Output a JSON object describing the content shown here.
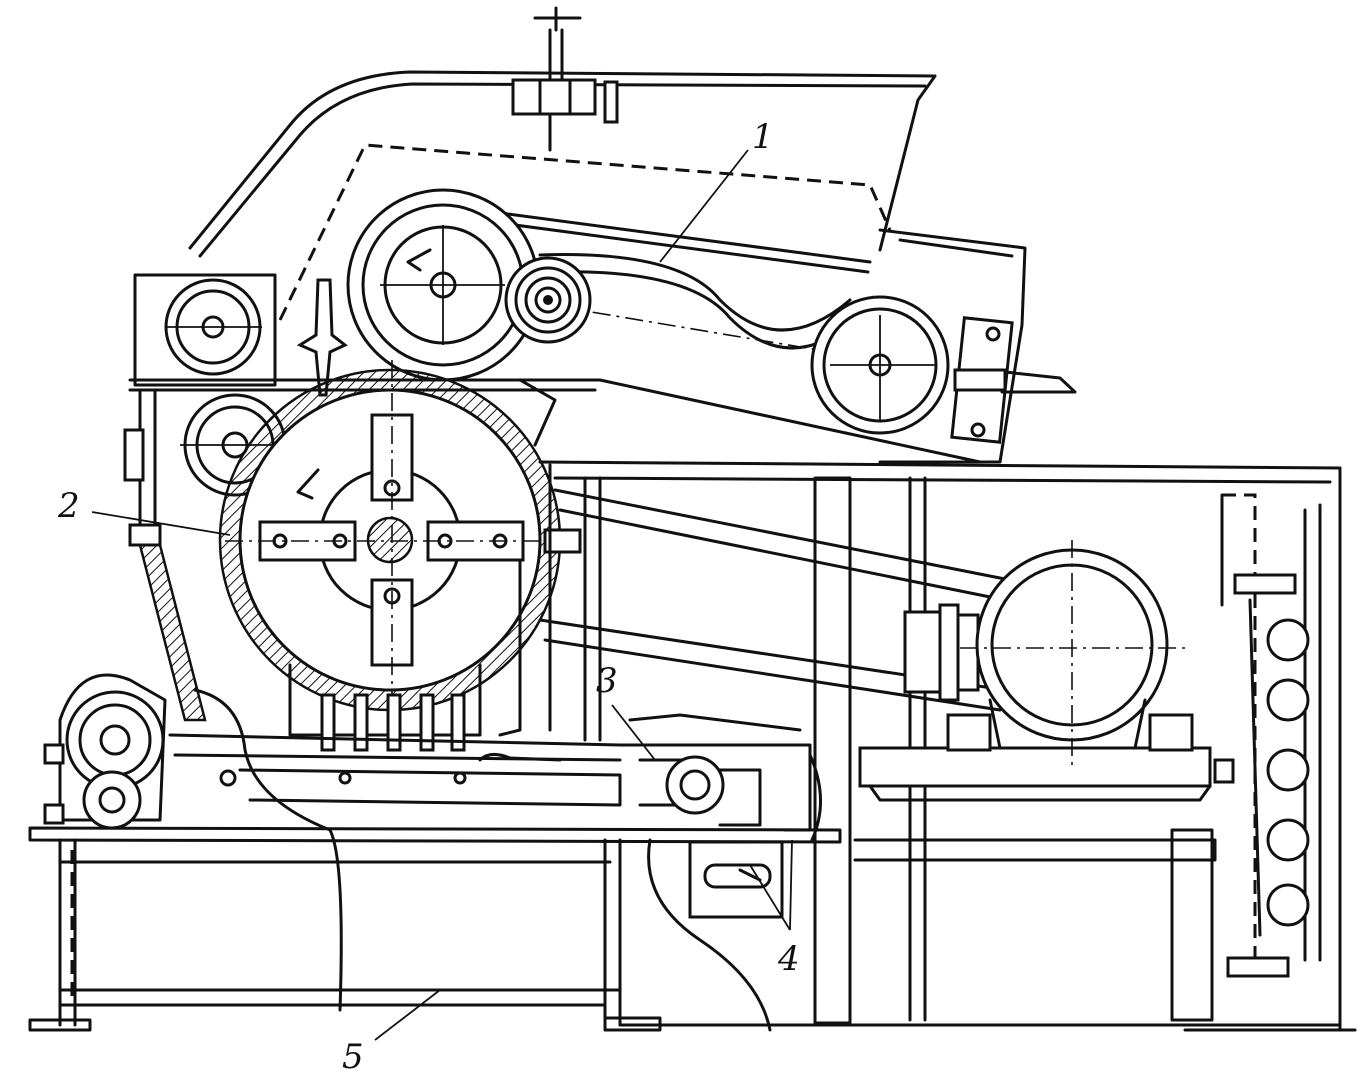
{
  "diagram": {
    "callouts": [
      {
        "id": "1",
        "text": "1"
      },
      {
        "id": "2",
        "text": "2"
      },
      {
        "id": "3",
        "text": "3"
      },
      {
        "id": "4",
        "text": "4"
      },
      {
        "id": "5",
        "text": "5"
      }
    ]
  },
  "colors": {
    "line": "#111111",
    "background": "#ffffff"
  }
}
